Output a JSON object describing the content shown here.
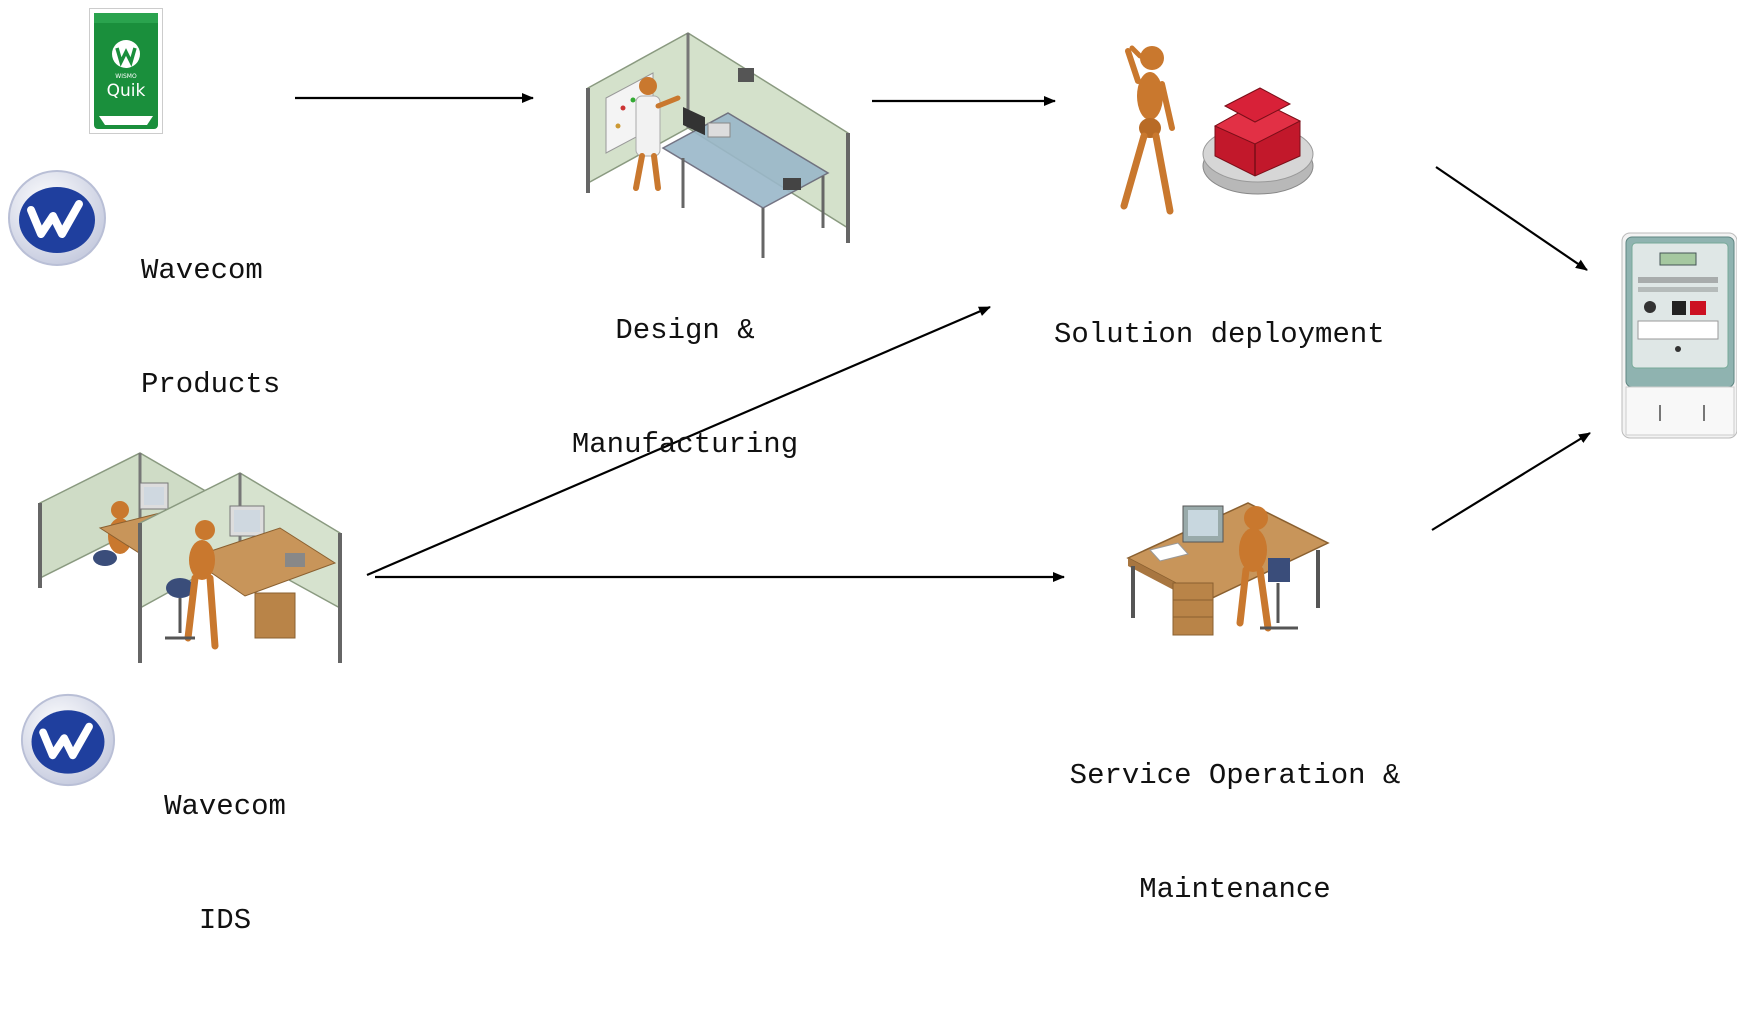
{
  "diagram": {
    "nodes": {
      "wavecom_products": {
        "line1": "Wavecom",
        "line2": "Products",
        "badge_text": "Quik",
        "badge_small": "WISMO",
        "logo_icon": "wavecom-w-logo"
      },
      "design_manufacturing": {
        "line1": "Design &",
        "line2": "Manufacturing",
        "icon": "lab-workstation-icon"
      },
      "solution_deployment": {
        "line1": "Solution deployment",
        "icon": "mannequin-toolbox-icon"
      },
      "service_operation": {
        "line1": "Service Operation &",
        "line2": "Maintenance",
        "icon": "operator-desk-icon"
      },
      "wavecom_ids": {
        "line1": "Wavecom",
        "line2": "IDS",
        "logo_icon": "wavecom-w-logo"
      },
      "smart_meter": {
        "icon": "electricity-meter-icon"
      }
    },
    "edges": [
      {
        "from": "wavecom_products",
        "to": "design_manufacturing"
      },
      {
        "from": "design_manufacturing",
        "to": "solution_deployment"
      },
      {
        "from": "solution_deployment",
        "to": "smart_meter"
      },
      {
        "from": "wavecom_ids",
        "to": "solution_deployment"
      },
      {
        "from": "wavecom_ids",
        "to": "service_operation"
      },
      {
        "from": "service_operation",
        "to": "smart_meter"
      }
    ],
    "colors": {
      "badge_green": "#1a8f3c",
      "logo_blue": "#1f3f9e",
      "partition_green": "#c9d8bf",
      "desk_wood": "#c8955a",
      "mannequin": "#c9782e",
      "toolbox_red": "#c2182b"
    }
  }
}
